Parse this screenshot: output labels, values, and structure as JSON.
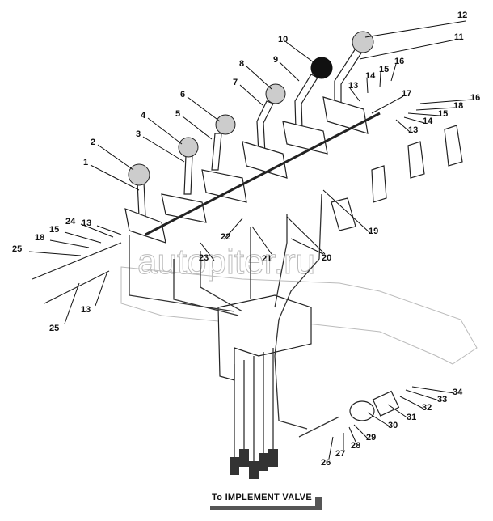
{
  "diagram": {
    "footer_label": "To IMPLEMENT VALVE",
    "watermark": "autopiter.ru",
    "knob_colors": {
      "filled": "#111111",
      "light": "#cccccc"
    },
    "callouts": [
      "12",
      "11",
      "16",
      "15",
      "14",
      "13",
      "10",
      "9",
      "8",
      "7",
      "17",
      "16",
      "18",
      "15",
      "14",
      "13",
      "6",
      "5",
      "4",
      "3",
      "2",
      "1",
      "19",
      "13",
      "24",
      "15",
      "18",
      "25",
      "22",
      "23",
      "21",
      "20",
      "13",
      "25",
      "34",
      "33",
      "32",
      "31",
      "30",
      "29",
      "28",
      "27",
      "26"
    ]
  }
}
